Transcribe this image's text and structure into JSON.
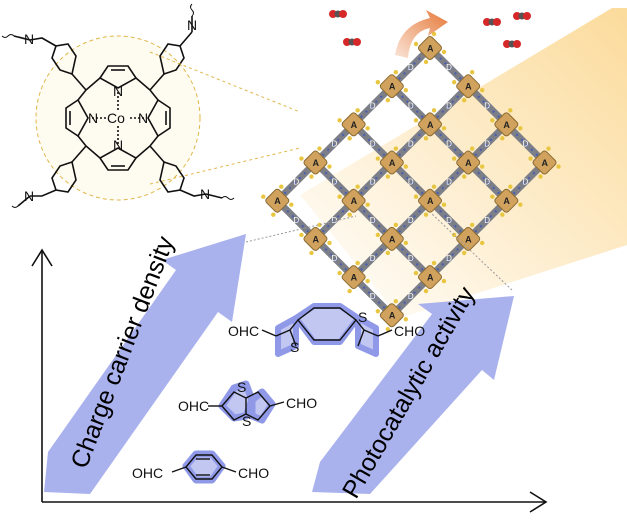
{
  "porphyrin": {
    "metal": "Co",
    "n_top": "N",
    "n_left": "N",
    "n_right": "N",
    "n_bottom": "N",
    "imine_n": "N"
  },
  "framework": {
    "node_label": "A",
    "linker_label": "D"
  },
  "arrows": {
    "left_label": "Charge carrier density",
    "right_label": "Photocatalytic activity"
  },
  "linkers": [
    {
      "left": "OHC",
      "right": "CHO",
      "heteroatom": "S"
    },
    {
      "left": "OHC",
      "right": "CHO",
      "heteroatom": "S"
    },
    {
      "left": "OHC",
      "right": "CHO"
    }
  ],
  "colors": {
    "arrow_fill": "#aab2ee",
    "highlight": "#8f99e8",
    "node": "#d1a25e",
    "framework_strut": "#7c7f88",
    "beam": "#fbd58a",
    "flow_arrow": "#e67a3a",
    "oxygen": "#d62828",
    "carbon": "#555555"
  }
}
